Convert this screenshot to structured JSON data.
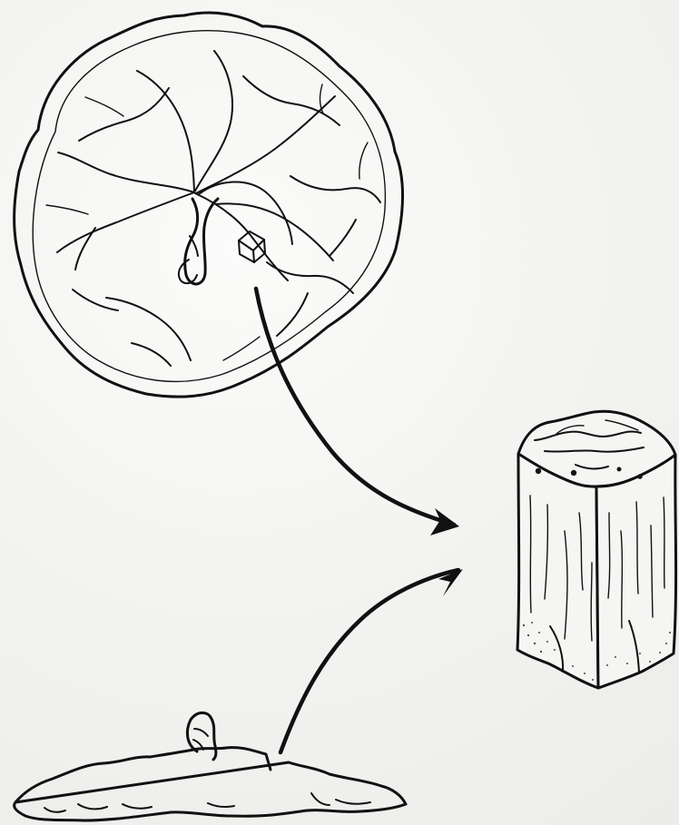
{
  "figure": {
    "colors": {
      "ink": "#111111",
      "paper": "#f3f3f1"
    },
    "parts": [
      "pileus-drawing",
      "sample-cube-marker",
      "stipe-drawing",
      "tissue-block-drawing",
      "arrow-from-pileus",
      "arrow-from-stipe"
    ]
  }
}
